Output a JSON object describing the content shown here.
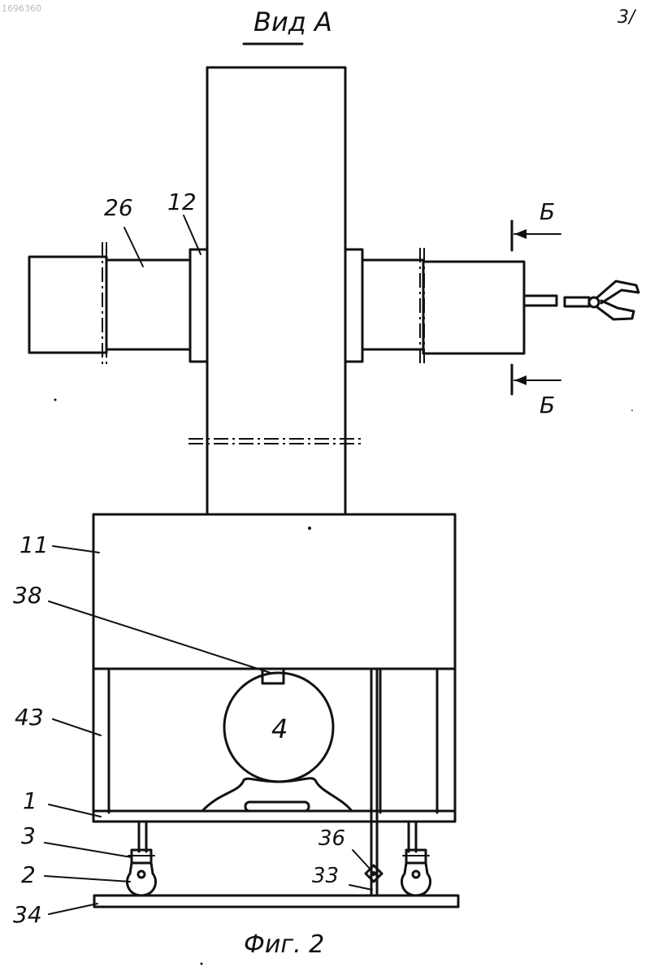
{
  "header": {
    "id_text": "1696360",
    "view_title": "Вид А",
    "corner_mark": "3/"
  },
  "callouts": {
    "c26": "26",
    "c12": "12",
    "c11": "11",
    "c38": "38",
    "c43": "43",
    "c1": "1",
    "c3": "3",
    "c2": "2",
    "c34": "34",
    "c36": "36",
    "c33": "33",
    "motor": "4"
  },
  "section": {
    "top": "Б",
    "bottom": "Б"
  },
  "caption": "Фиг. 2"
}
